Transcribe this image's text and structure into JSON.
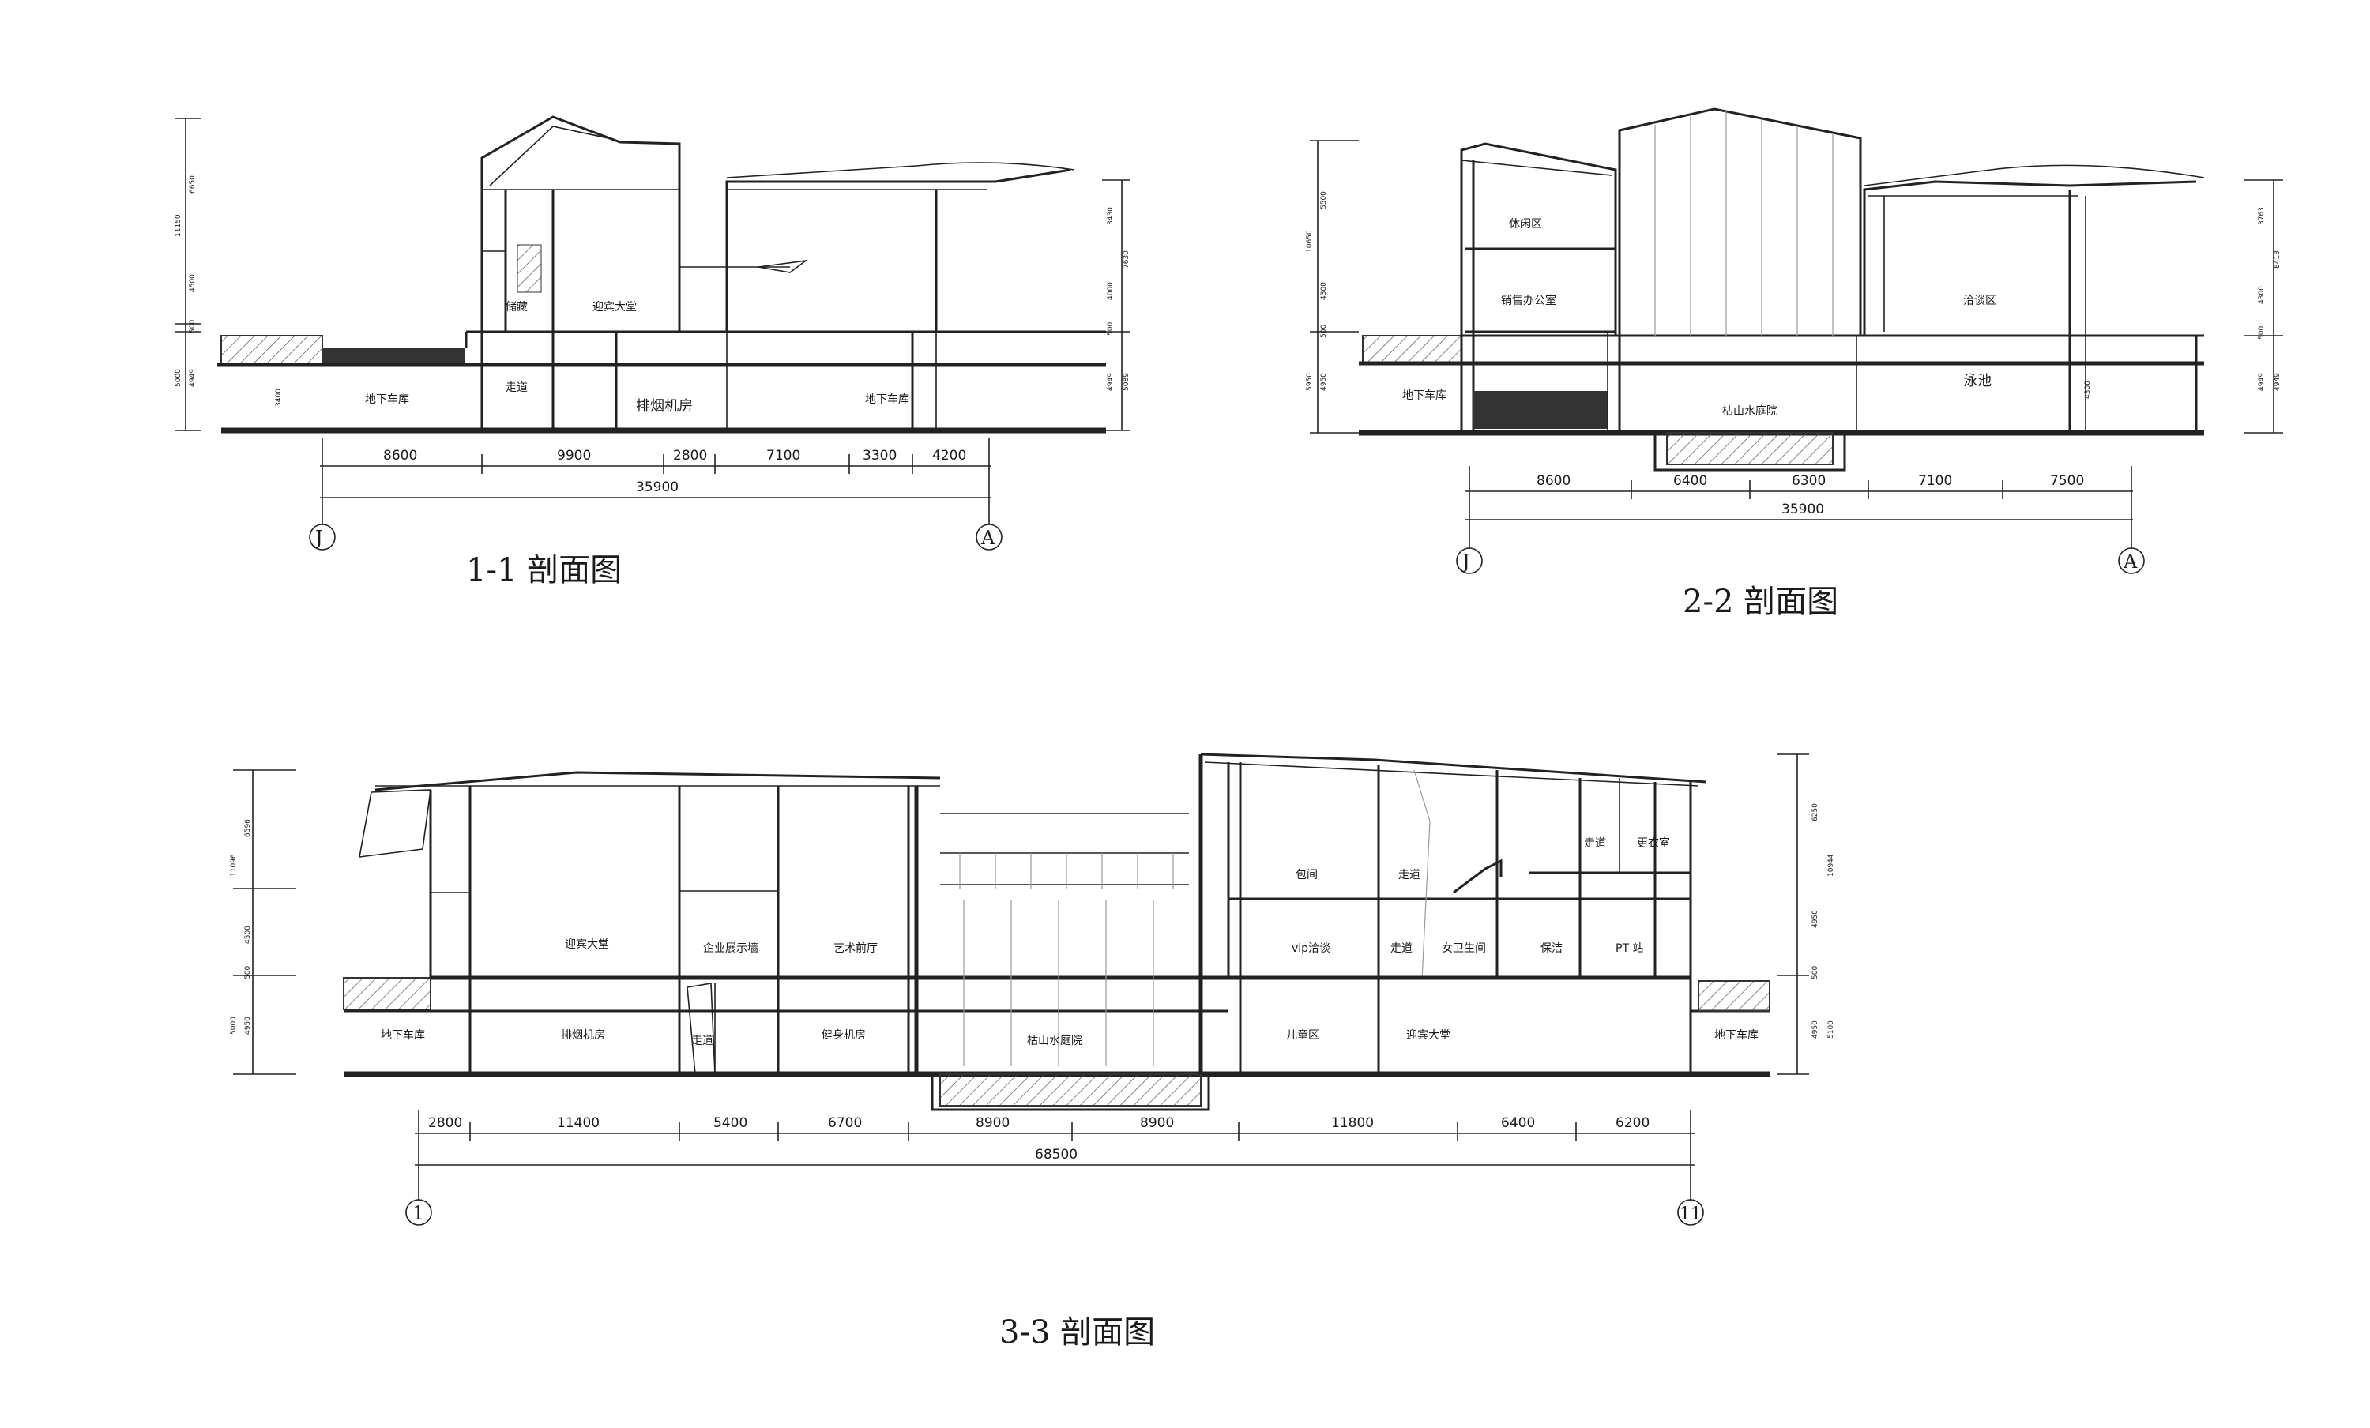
{
  "sections": {
    "s1": {
      "title": "1-1 剖面图",
      "axis_left": "J",
      "axis_right": "A",
      "rooms": [
        "储藏",
        "迎宾大堂",
        "地下车库",
        "走道",
        "排烟机房",
        "地下车库"
      ],
      "dims": [
        "8600",
        "9900",
        "2800",
        "7100",
        "3300",
        "4200"
      ],
      "total": "35900",
      "levels_left": [
        "11150",
        "6650",
        "4500",
        "500",
        "5000",
        "4949",
        "3400"
      ],
      "levels_right": [
        "3430",
        "7630",
        "4000",
        "500",
        "4949",
        "5089"
      ]
    },
    "s2": {
      "title": "2-2  剖面图",
      "axis_left": "J",
      "axis_right": "A",
      "rooms": [
        "休闲区",
        "销售办公室",
        "地下车库",
        "枯山水庭院",
        "洽谈区",
        "泳池"
      ],
      "dims": [
        "8600",
        "6400",
        "6300",
        "7100",
        "7500"
      ],
      "total": "35900",
      "levels_left": [
        "10650",
        "5500",
        "4300",
        "500",
        "5950",
        "4950"
      ],
      "levels_right": [
        "3763",
        "8413",
        "4300",
        "500",
        "4949",
        "4949",
        "4300"
      ]
    },
    "s3": {
      "title": "3-3  剖面图",
      "axis_left": "1",
      "axis_right": "11",
      "rooms_upper": [
        "包间",
        "走道",
        "走道",
        "更衣室"
      ],
      "rooms_mid": [
        "迎宾大堂",
        "企业展示墙",
        "艺术前厅",
        "vip洽谈",
        "走道",
        "女卫生间",
        "保洁",
        "PT 站"
      ],
      "rooms_lower": [
        "地下车库",
        "排烟机房",
        "走道",
        "健身机房",
        "枯山水庭院",
        "儿童区",
        "迎宾大堂",
        "地下车库"
      ],
      "dims": [
        "2800",
        "11400",
        "5400",
        "6700",
        "8900",
        "8900",
        "11800",
        "6400",
        "6200"
      ],
      "total": "68500",
      "levels_left": [
        "11096",
        "6596",
        "4500",
        "500",
        "5000",
        "4950"
      ],
      "levels_right": [
        "6250",
        "10944",
        "4950",
        "500",
        "4950",
        "5100"
      ]
    }
  }
}
